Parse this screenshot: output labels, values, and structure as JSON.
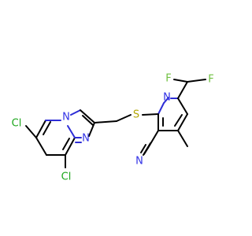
{
  "atoms": {
    "cl_top": {
      "label": "Cl",
      "color": "#1ca61c"
    },
    "cl_bottom": {
      "label": "Cl",
      "color": "#1ca61c"
    },
    "n_bridge": {
      "label": "N",
      "color": "#3333e6"
    },
    "n_imid": {
      "label": "N",
      "color": "#3333e6"
    },
    "s": {
      "label": "S",
      "color": "#b3a600"
    },
    "n_pyr": {
      "label": "N",
      "color": "#3333e6"
    },
    "f_left": {
      "label": "F",
      "color": "#6fc040"
    },
    "f_right": {
      "label": "F",
      "color": "#6fc040"
    },
    "n_nitrile": {
      "label": "N",
      "color": "#3333e6"
    }
  }
}
